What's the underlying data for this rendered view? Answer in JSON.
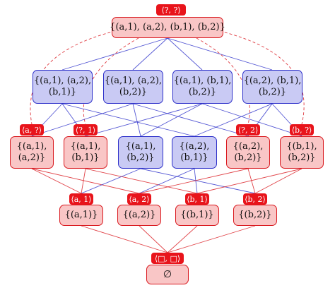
{
  "colors": {
    "red_fill": "#f9c6c6",
    "red_stroke": "#d9181e",
    "blue_fill": "#c9caf4",
    "blue_stroke": "#2b2ec9",
    "tag": "#e8141b"
  },
  "nodes": {
    "top": {
      "tag": "⟨?, ?⟩",
      "text": "{(a,1), (a,2), (b,1), (b,2)}"
    },
    "b1": {
      "text": "{(a,1), (a,2),\n(b,1)}"
    },
    "b2": {
      "text": "{(a,1), (a,2),\n(b,2)}"
    },
    "b3": {
      "text": "{(a,1), (b,1),\n(b,2)}"
    },
    "b4": {
      "text": "{(a,2), (b,1),\n(b,2)}"
    },
    "r1": {
      "tag": "⟨a, ?⟩",
      "text": "{(a,1),\n(a,2)}"
    },
    "r2": {
      "tag": "⟨?, 1⟩",
      "text": "{(a,1),\n(b,1)}"
    },
    "m1": {
      "text": "{(a,1),\n(b,2)}"
    },
    "m2": {
      "text": "{(a,2),\n(b,1)}"
    },
    "r3": {
      "tag": "⟨?, 2⟩",
      "text": "{(a,2),\n(b,2)}"
    },
    "r4": {
      "tag": "⟨b, ?⟩",
      "text": "{(b,1),\n(b,2)}"
    },
    "s1": {
      "tag": "⟨a, 1⟩",
      "text": "{(a,1)}"
    },
    "s2": {
      "tag": "⟨a, 2⟩",
      "text": "{(a,2)}"
    },
    "s3": {
      "tag": "⟨b, 1⟩",
      "text": "{(b,1)}"
    },
    "s4": {
      "tag": "⟨b, 2⟩",
      "text": "{(b,2)}"
    },
    "bottom": {
      "tag": "⟨□, □⟩",
      "text": "∅"
    }
  }
}
